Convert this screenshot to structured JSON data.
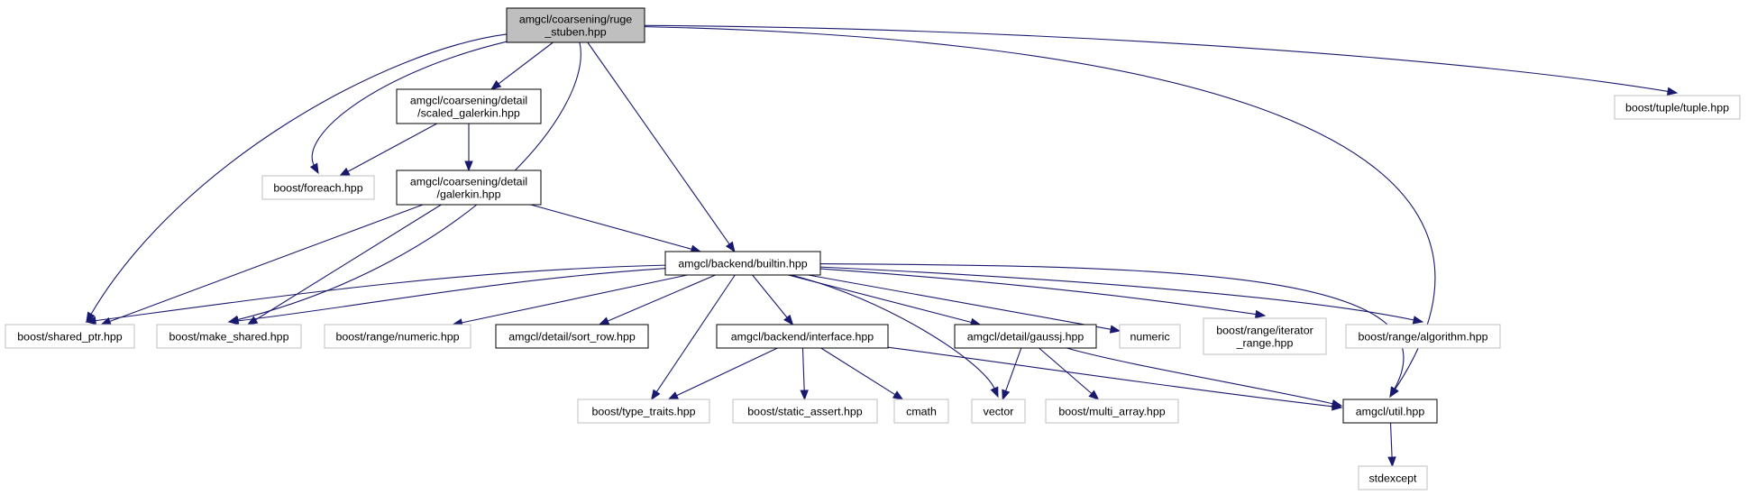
{
  "colors": {
    "edge": "#191970",
    "root_fill": "#bfbfbf",
    "documented_border": "#000000",
    "undocumented_border": "#bfbfbf",
    "text": "#000000"
  },
  "nodes": [
    {
      "id": "ruge_stuben",
      "lines": [
        "amgcl/coarsening/ruge",
        "_stuben.hpp"
      ],
      "kind": "root"
    },
    {
      "id": "scaled_galerkin",
      "lines": [
        "amgcl/coarsening/detail",
        "/scaled_galerkin.hpp"
      ],
      "kind": "documented"
    },
    {
      "id": "galerkin",
      "lines": [
        "amgcl/coarsening/detail",
        "/galerkin.hpp"
      ],
      "kind": "documented"
    },
    {
      "id": "foreach",
      "lines": [
        "boost/foreach.hpp"
      ],
      "kind": "external"
    },
    {
      "id": "tuple",
      "lines": [
        "boost/tuple/tuple.hpp"
      ],
      "kind": "external"
    },
    {
      "id": "builtin",
      "lines": [
        "amgcl/backend/builtin.hpp"
      ],
      "kind": "documented"
    },
    {
      "id": "shared_ptr",
      "lines": [
        "boost/shared_ptr.hpp"
      ],
      "kind": "external"
    },
    {
      "id": "make_shared",
      "lines": [
        "boost/make_shared.hpp"
      ],
      "kind": "external"
    },
    {
      "id": "range_numeric",
      "lines": [
        "boost/range/numeric.hpp"
      ],
      "kind": "external"
    },
    {
      "id": "sort_row",
      "lines": [
        "amgcl/detail/sort_row.hpp"
      ],
      "kind": "documented"
    },
    {
      "id": "interface",
      "lines": [
        "amgcl/backend/interface.hpp"
      ],
      "kind": "documented"
    },
    {
      "id": "gaussj",
      "lines": [
        "amgcl/detail/gaussj.hpp"
      ],
      "kind": "documented"
    },
    {
      "id": "numeric",
      "lines": [
        "numeric"
      ],
      "kind": "external"
    },
    {
      "id": "iterator_range",
      "lines": [
        "boost/range/iterator",
        "_range.hpp"
      ],
      "kind": "external"
    },
    {
      "id": "algorithm",
      "lines": [
        "boost/range/algorithm.hpp"
      ],
      "kind": "external"
    },
    {
      "id": "type_traits",
      "lines": [
        "boost/type_traits.hpp"
      ],
      "kind": "external"
    },
    {
      "id": "static_assert",
      "lines": [
        "boost/static_assert.hpp"
      ],
      "kind": "external"
    },
    {
      "id": "cmath",
      "lines": [
        "cmath"
      ],
      "kind": "external"
    },
    {
      "id": "vector",
      "lines": [
        "vector"
      ],
      "kind": "external"
    },
    {
      "id": "multi_array",
      "lines": [
        "boost/multi_array.hpp"
      ],
      "kind": "external"
    },
    {
      "id": "util",
      "lines": [
        "amgcl/util.hpp"
      ],
      "kind": "documented"
    },
    {
      "id": "stdexcept",
      "lines": [
        "stdexcept"
      ],
      "kind": "external"
    }
  ],
  "edges": [
    {
      "from": "ruge_stuben",
      "to": "scaled_galerkin"
    },
    {
      "from": "ruge_stuben",
      "to": "foreach"
    },
    {
      "from": "ruge_stuben",
      "to": "tuple"
    },
    {
      "from": "ruge_stuben",
      "to": "builtin"
    },
    {
      "from": "ruge_stuben",
      "to": "shared_ptr"
    },
    {
      "from": "ruge_stuben",
      "to": "make_shared"
    },
    {
      "from": "ruge_stuben",
      "to": "util"
    },
    {
      "from": "scaled_galerkin",
      "to": "foreach"
    },
    {
      "from": "scaled_galerkin",
      "to": "galerkin"
    },
    {
      "from": "galerkin",
      "to": "builtin"
    },
    {
      "from": "galerkin",
      "to": "shared_ptr"
    },
    {
      "from": "galerkin",
      "to": "make_shared"
    },
    {
      "from": "builtin",
      "to": "shared_ptr"
    },
    {
      "from": "builtin",
      "to": "make_shared"
    },
    {
      "from": "builtin",
      "to": "range_numeric"
    },
    {
      "from": "builtin",
      "to": "sort_row"
    },
    {
      "from": "builtin",
      "to": "interface"
    },
    {
      "from": "builtin",
      "to": "type_traits"
    },
    {
      "from": "builtin",
      "to": "vector"
    },
    {
      "from": "builtin",
      "to": "gaussj"
    },
    {
      "from": "builtin",
      "to": "numeric"
    },
    {
      "from": "builtin",
      "to": "iterator_range"
    },
    {
      "from": "builtin",
      "to": "algorithm"
    },
    {
      "from": "builtin",
      "to": "util"
    },
    {
      "from": "interface",
      "to": "type_traits"
    },
    {
      "from": "interface",
      "to": "static_assert"
    },
    {
      "from": "interface",
      "to": "cmath"
    },
    {
      "from": "interface",
      "to": "util"
    },
    {
      "from": "gaussj",
      "to": "vector"
    },
    {
      "from": "gaussj",
      "to": "multi_array"
    },
    {
      "from": "gaussj",
      "to": "util"
    },
    {
      "from": "util",
      "to": "stdexcept"
    }
  ]
}
